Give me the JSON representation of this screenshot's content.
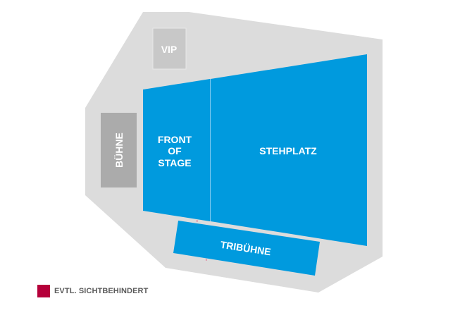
{
  "venue": {
    "colors": {
      "outline": "#dcdcdc",
      "vip": "#c8c8c8",
      "stage": "#ababab",
      "floor": "#009ade",
      "divider": "#7fcaf0",
      "obstructed": "#b5003a"
    },
    "sections": {
      "vip": "VIP",
      "stage": "BÜHNE",
      "front_of_stage_line1": "FRONT",
      "front_of_stage_line2": "OF",
      "front_of_stage_line3": "STAGE",
      "standing": "STEHPLATZ",
      "grandstand": "TRIBÜHNE"
    }
  },
  "legend": {
    "items": [
      {
        "label": "EVTL. SICHTBEHINDERT",
        "color": "#b5003a"
      }
    ]
  }
}
